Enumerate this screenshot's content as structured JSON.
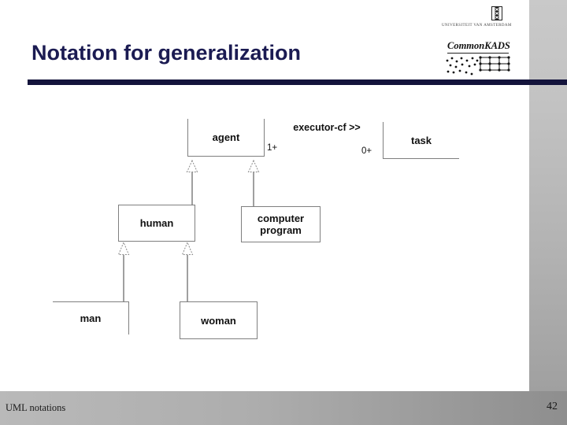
{
  "title": "Notation for generalization",
  "header_logo": {
    "crest_icon": "uva-crest-icon",
    "university_label": "UNIVERSITEIT VAN AMSTERDAM",
    "brand": "CommonKADS"
  },
  "footer": {
    "left_text": "UML notations",
    "page_number": "42"
  },
  "colors": {
    "title_accent": "#1b1b52",
    "title_rule": "#14143c",
    "diagram_line": "#7f7f7f",
    "sidebar_gray_top": "#c9c9c9",
    "sidebar_gray_bottom": "#a0a0a0",
    "footer_gray_left": "#b9b9b9",
    "footer_gray_right": "#8e8e8e"
  },
  "diagram": {
    "classes": [
      {
        "id": "agent",
        "label": "agent"
      },
      {
        "id": "task",
        "label": "task"
      },
      {
        "id": "human",
        "label": "human"
      },
      {
        "id": "computer-program",
        "label": "computer program"
      },
      {
        "id": "man",
        "label": "man"
      },
      {
        "id": "woman",
        "label": "woman"
      }
    ],
    "association": {
      "label": "executor-cf >>",
      "from": "agent",
      "to": "task",
      "from_multiplicity": "1+",
      "to_multiplicity": "0+"
    },
    "generalizations": [
      {
        "sub": "human",
        "super": "agent"
      },
      {
        "sub": "computer-program",
        "super": "agent"
      },
      {
        "sub": "man",
        "super": "human"
      },
      {
        "sub": "woman",
        "super": "human"
      }
    ]
  }
}
